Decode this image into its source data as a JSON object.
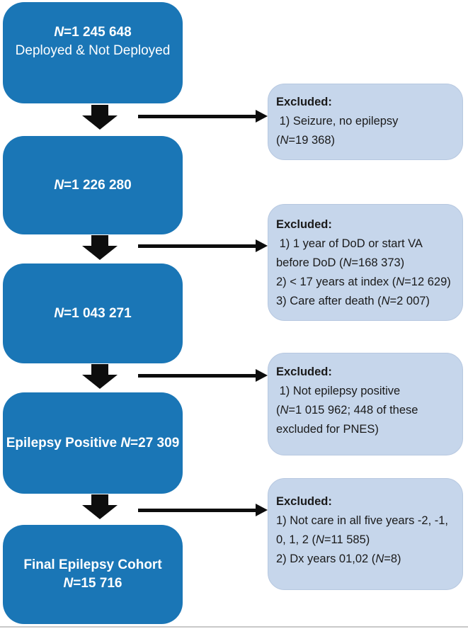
{
  "colors": {
    "flow_box": "#1a76b6",
    "excluded_box": "#c6d6eb",
    "excluded_border": "#b7c8e0",
    "arrow": "#0d0d0d",
    "flow_text": "#ffffff",
    "excluded_text": "#1a1a1a",
    "rule": "#c9c9c9"
  },
  "flow_boxes": [
    {
      "lines": [
        {
          "text": "N=1 245 648",
          "bold": true
        },
        {
          "text": "Deployed & Not Deployed",
          "bold": false
        }
      ]
    },
    {
      "lines": [
        {
          "text": "N=1 226 280",
          "bold": true
        }
      ]
    },
    {
      "lines": [
        {
          "text": "N=1 043 271",
          "bold": true
        }
      ]
    },
    {
      "lines": [
        {
          "text": "Epilepsy Positive N=27 309",
          "bold": true
        }
      ]
    },
    {
      "lines": [
        {
          "text": "Final Epilepsy Cohort",
          "bold": true
        },
        {
          "text": "N=15 716",
          "bold": true
        }
      ]
    }
  ],
  "excluded_boxes": [
    {
      "lines": [
        {
          "text": "Excluded:",
          "bold": true
        },
        {
          "text": " 1) Seizure, no epilepsy",
          "bold": false
        },
        {
          "text": "(N=19 368)",
          "bold": false
        }
      ]
    },
    {
      "lines": [
        {
          "text": "Excluded:",
          "bold": true
        },
        {
          "text": " 1) 1 year of DoD or start VA",
          "bold": false
        },
        {
          "text": "before DoD (N=168 373)",
          "bold": false
        },
        {
          "text": "2) < 17 years at index (N=12 629)",
          "bold": false
        },
        {
          "text": "3) Care after death (N=2 007)",
          "bold": false
        }
      ]
    },
    {
      "lines": [
        {
          "text": "Excluded:",
          "bold": true
        },
        {
          "text": " 1) Not epilepsy positive",
          "bold": false
        },
        {
          "text": "(N=1 015 962; 448 of these",
          "bold": false
        },
        {
          "text": "excluded for PNES)",
          "bold": false
        }
      ]
    },
    {
      "lines": [
        {
          "text": "Excluded:",
          "bold": true
        },
        {
          "text": "1) Not care in all five years -2, -1,",
          "bold": false
        },
        {
          "text": "0, 1, 2 (N=11 585)",
          "bold": false
        },
        {
          "text": "2) Dx years 01,02 (N=8)",
          "bold": false
        }
      ]
    }
  ]
}
